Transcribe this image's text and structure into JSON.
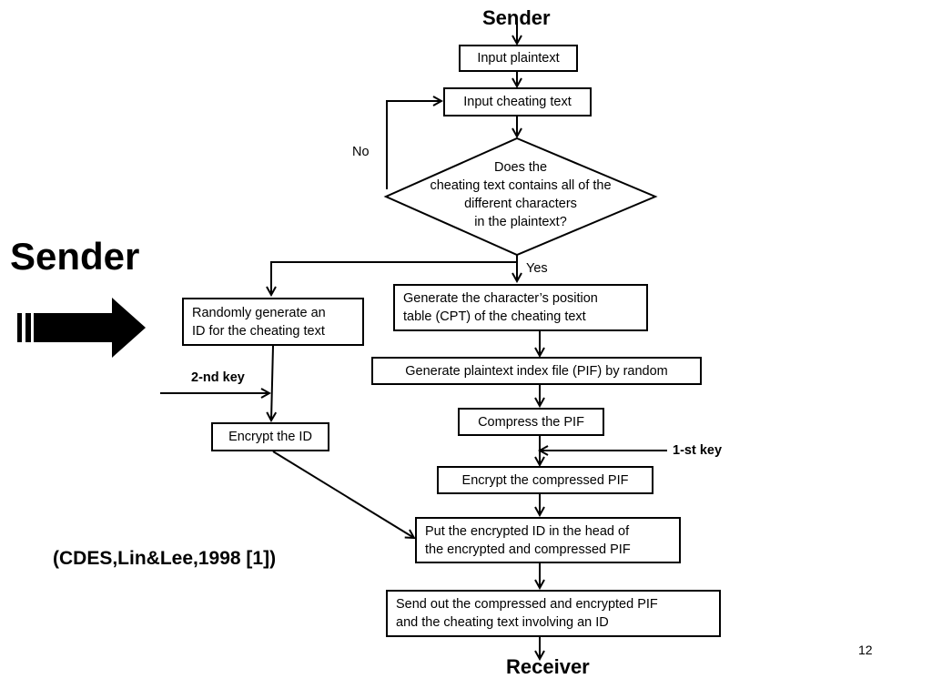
{
  "headings": {
    "top": "Sender",
    "left": "Sender",
    "bottom": "Receiver"
  },
  "citation": "(CDES,Lin&Lee,1998 [1])",
  "page_number": "12",
  "steps": {
    "input_plaintext": "Input  plaintext",
    "input_cheating_text": "Input cheating text",
    "decision": [
      "Does the",
      "cheating text contains all of the",
      "different characters",
      "in the plaintext?"
    ],
    "generate_cpt": "Generate the character’s position\ntable (CPT) of the cheating text",
    "random_id": "Randomly generate an\nID for the cheating text",
    "generate_pif": "Generate plaintext index file (PIF) by random",
    "compress_pif": "Compress the PIF",
    "encrypt_id": "Encrypt the ID",
    "encrypt_pif": "Encrypt the compressed PIF",
    "put_id": "Put the encrypted ID in the head of\nthe encrypted and compressed PIF",
    "send_out": "Send out the compressed and encrypted PIF\nand the cheating text involving an ID"
  },
  "labels": {
    "no": "No",
    "yes": "Yes",
    "key1": "1-st key",
    "key2": "2-nd key"
  }
}
